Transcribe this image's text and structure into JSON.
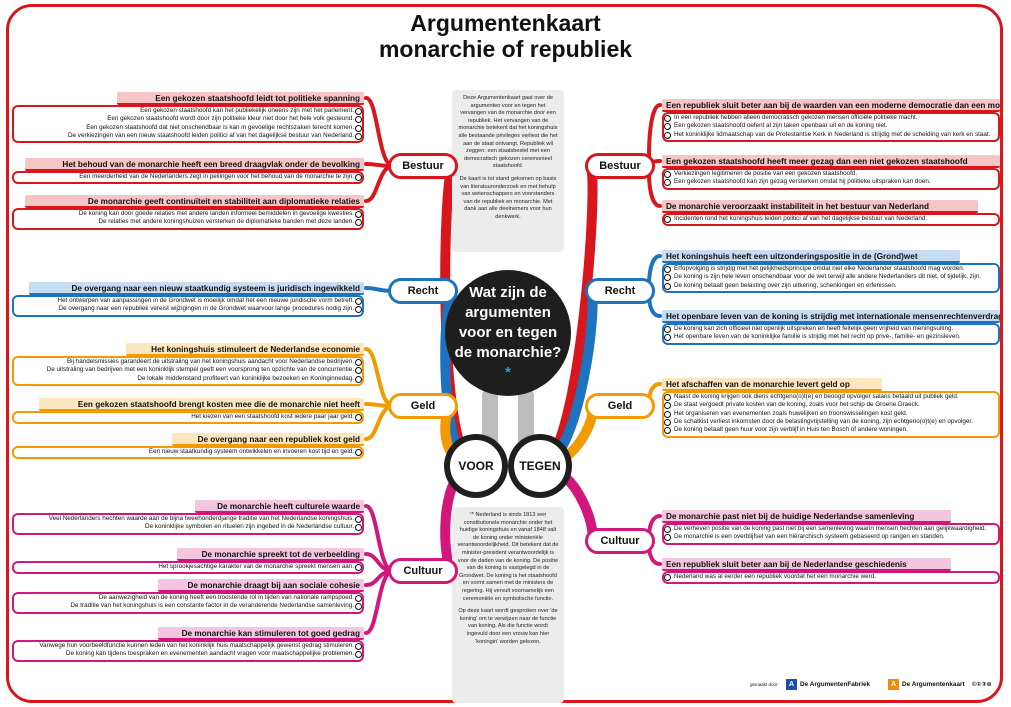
{
  "title": {
    "line1": "Argumentenkaart",
    "line2": "monarchie of republiek"
  },
  "center": {
    "text": "Wat zijn de argumenten voor en tegen de monarchie?",
    "star": "*"
  },
  "voor": "VOOR",
  "tegen": "TEGEN",
  "colors": {
    "bestuur": "#d9161b",
    "recht": "#1e73be",
    "geld": "#f29a00",
    "cultuur": "#d1177c",
    "frame": "#d9161b"
  },
  "categories": {
    "left": [
      {
        "id": "bestuur",
        "label": "Bestuur"
      },
      {
        "id": "recht",
        "label": "Recht"
      },
      {
        "id": "geld",
        "label": "Geld"
      },
      {
        "id": "cultuur",
        "label": "Cultuur"
      }
    ],
    "right": [
      {
        "id": "bestuur",
        "label": "Bestuur"
      },
      {
        "id": "recht",
        "label": "Recht"
      },
      {
        "id": "geld",
        "label": "Geld"
      },
      {
        "id": "cultuur",
        "label": "Cultuur"
      }
    ]
  },
  "left_groups": [
    {
      "cat": "bestuur",
      "title": "Een gekozen staatshoofd leidt tot politieke spanning",
      "args": [
        "Een gekozen staatshoofd kan het publiekelijk oneens zijn met het parlement.",
        "Een gekozen staatshoofd wordt door zijn politieke kleur niet door het hele volk gesteund.",
        "Een gekozen staatshoofd dat niet onschendbaar is kan in gevoelige rechtszaken terecht komen.",
        "De verkiezingen van een nieuw staatshoofd leiden politici af van het dagelijkse bestuur van Nederland."
      ]
    },
    {
      "cat": "bestuur",
      "title": "Het behoud van de monarchie heeft een breed draagvlak onder de bevolking",
      "args": [
        "Een meerderheid van de Nederlanders zegt in peilingen voor het behoud van de monarchie te zijn."
      ]
    },
    {
      "cat": "bestuur",
      "title": "De monarchie geeft continuïteit en stabiliteit aan diplomatieke relaties",
      "args": [
        "De koning kan door goede relaties met andere landen informeel bemiddelen in gevoelige kwesties.",
        "De relaties met andere koningshuizen versterken de diplomatieke banden met deze landen."
      ]
    },
    {
      "cat": "recht",
      "title": "De overgang naar een nieuw staatkundig systeem is juridisch ingewikkeld",
      "args": [
        "Het ontwerpen van aanpassingen in de Grondwet is moeilijk omdat het een nieuwe juridische vorm betreft.",
        "De overgang naar een republiek vereist wijzigingen in de Grondwet waarvoor lange procedures nodig zijn."
      ]
    },
    {
      "cat": "geld",
      "title": "Het koningshuis stimuleert de Nederlandse economie",
      "args": [
        "Bij handelsmissies garandeert de uitstraling van het koningshuis aandacht voor Nederlandse bedrijven.",
        "De uitstraling van bedrijven met een koninklijk stempel geeft een voorsprong ten opzichte van de concurrentie.",
        "De lokale middenstand profiteert van koninklijke bezoeken en Koninginnedag."
      ]
    },
    {
      "cat": "geld",
      "title": "Een gekozen staatshoofd brengt kosten mee die de monarchie niet heeft",
      "args": [
        "Het kiezen van een staatshoofd kost iedere paar jaar geld."
      ]
    },
    {
      "cat": "geld",
      "title": "De overgang naar een republiek kost geld",
      "args": [
        "Een nieuw staatkundig systeem ontwikkelen en invoeren kost tijd en geld."
      ]
    },
    {
      "cat": "cultuur",
      "title": "De monarchie heeft culturele waarde",
      "args": [
        "Veel Nederlanders hechten waarde aan de bijna tweehonderdjarige traditie van het Nederlandse koningshuis.",
        "De koninklijke symbolen en rituelen zijn ingebed in de Nederlandse cultuur."
      ]
    },
    {
      "cat": "cultuur",
      "title": "De monarchie spreekt tot de verbeelding",
      "args": [
        "Het sprookjesachtige karakter van de monarchie spreekt mensen aan."
      ]
    },
    {
      "cat": "cultuur",
      "title": "De monarchie draagt bij aan sociale cohesie",
      "args": [
        "De aanwezigheid van de koning heeft een troostende rol in tijden van nationale rampspoed.",
        "De traditie van het koningshuis is een constante factor in de veranderende Nederlandse samenleving."
      ]
    },
    {
      "cat": "cultuur",
      "title": "De monarchie kan stimuleren tot goed gedrag",
      "args": [
        "Vanwege hun voorbeeldfunctie kunnen leden van het koninklijk huis maatschappelijk gewenst gedrag stimuleren.",
        "De koning kan tijdens toespraken en evenementen aandacht vragen voor maatschappelijke problemen."
      ]
    }
  ],
  "right_groups": [
    {
      "cat": "bestuur",
      "title": "Een republiek sluit beter aan bij de waarden van een moderne democratie dan een monarchie",
      "args": [
        "In een republiek hebben alleen democratisch gekozen mensen officiële politieke macht.",
        "Een gekozen staatshoofd oefent al zijn taken openbaar uit en de koning niet.",
        "Het koninklijke lidmaatschap van de Protestantse Kerk in Nederland is strijdig met de scheiding van kerk en staat."
      ]
    },
    {
      "cat": "bestuur",
      "title": "Een gekozen staatshoofd heeft meer gezag dan een niet gekozen staatshoofd",
      "args": [
        "Verkiezingen legitimeren de positie van een gekozen staatshoofd.",
        "Een gekozen staatshoofd kan zijn gezag versterken omdat hij politieke uitspraken kan doen."
      ]
    },
    {
      "cat": "bestuur",
      "title": "De monarchie veroorzaakt instabiliteit in het bestuur van Nederland",
      "args": [
        "Incidenten rond het koningshuis leiden politici af van het dagelijkse bestuur van Nederland."
      ]
    },
    {
      "cat": "recht",
      "title": "Het koningshuis heeft een uitzonderingspositie in de (Grond)wet",
      "args": [
        "Erfopvolging is strijdig met het gelijkheidsprincipe omdat niet elke Nederlander staatshoofd mag worden.",
        "De koning is zijn hele leven onschendbaar voor de wet terwijl alle andere Nederlanders dit niet, of tijdelijk, zijn.",
        "De koning betaalt geen belasting over zijn uitkering, schenkingen en erfenissen."
      ]
    },
    {
      "cat": "recht",
      "title": "Het openbare leven van de koning is strijdig met internationale mensenrechtenverdragen",
      "args": [
        "De koning kan zich officieel niet openlijk uitspreken en heeft feitelijk geen vrijheid van meningsuiting.",
        "Het openbare leven van de koninklijke familie is strijdig met het recht op privé-, familie- en gezinsleven."
      ]
    },
    {
      "cat": "geld",
      "title": "Het afschaffen van de monarchie levert geld op",
      "args": [
        "Naast de koning krijgen ook diens echtgeno(o)t(e) en beoogd opvolger salaris betaald uit publiek geld.",
        "De staat vergoedt private kosten van de koning, zoals voor het schip de Groene Draeck.",
        "Het organiseren van evenementen zoals huwelijken en troonswisselingen kost geld.",
        "De schatkist verliest inkomsten door de belastingvrijstelling van de koning, zijn echtgeno(o)t(e) en opvolger.",
        "De koning betaalt geen huur voor zijn verblijf in Huis ten Bosch of andere woningen."
      ]
    },
    {
      "cat": "cultuur",
      "title": "De monarchie past niet bij de huidige Nederlandse samenleving",
      "args": [
        "De verheven positie van de koning past niet bij een samenleving waarin mensen hechten aan gelijkwaardigheid.",
        "De monarchie is een overblijfsel van een hiërarchisch systeem gebaseerd op rangen en standen."
      ]
    },
    {
      "cat": "cultuur",
      "title": "Een republiek sluit beter aan bij de Nederlandse geschiedenis",
      "args": [
        "Nederland was al eerder een republiek voordat het een monarchie werd."
      ]
    }
  ],
  "intro_paragraphs": [
    "Deze Argumentenkaart gaat over de argumenten voor en tegen het vervangen van de monarchie door een republiek. Het vervangen van de monarchie betekent dat het koningshuis alle bestaande privileges verliest die het aan de staat ontvangt. Republiek wil zeggen: een staatsbestel met een democratisch gekozen ceremonieel staatshoofd.",
    "De kaart is tot stand gekomen op basis van literatuuronderzoek en met behulp van wetenschappers en voorstanders van de republiek en monarchie. Met dank aan alle deelnemers voor hun denkwerk."
  ],
  "note_paragraphs": [
    "* Nederland is sinds 1813 een constitutionele monarchie onder het huidige koningshuis en vanaf 1848 valt de koning onder ministeriële verantwoordelijkheid. Dit betekent dat de minister-president verantwoordelijk is voor de daden van de koning. De positie van de koning is vastgelegd in de Grondwet. De koning is het staatshoofd en vormt samen met de ministers de regering. Hij vervult voornamelijk een ceremoniële en symbolische functie.",
    "Op deze kaart wordt gesproken over 'de koning' om te verwijzen naar de functie van koning. Als die functie wordt ingevuld door een vrouw kan hier 'koningin' worden gelezen."
  ],
  "footer": {
    "made_by": "gemaakt door:",
    "brand1": "De ArgumentenFabriek",
    "brand2": "De Argumentenkaart",
    "license": "©①③⊜"
  }
}
